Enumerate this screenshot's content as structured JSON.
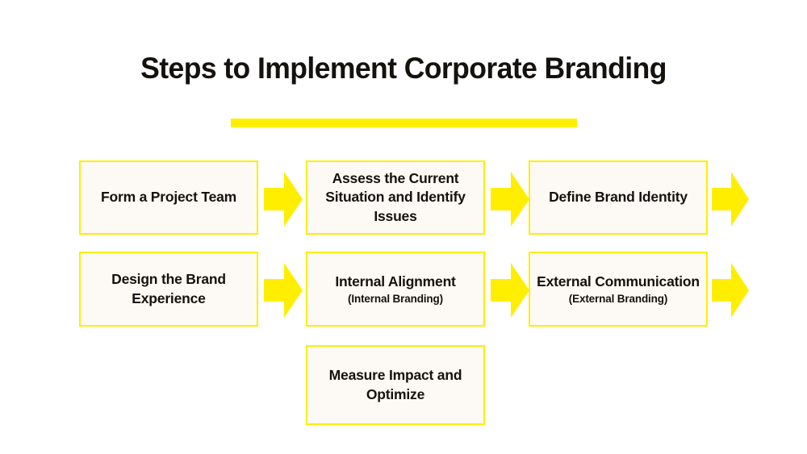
{
  "slide": {
    "title": "Steps to Implement Corporate Branding",
    "background_color": "#FFFFFF",
    "accent_color": "#FFEE00",
    "box_fill_color": "#FDFAF5",
    "text_color": "#15120E"
  },
  "steps": [
    {
      "index": 1,
      "label": "Form a Project Team",
      "sub": "",
      "arrow_after": true,
      "arrow_icon": "arrow-right-icon"
    },
    {
      "index": 2,
      "label": "Assess the Current Situation and Identify Issues",
      "sub": "",
      "arrow_after": true,
      "arrow_icon": "arrow-right-icon"
    },
    {
      "index": 3,
      "label": "Define Brand Identity",
      "sub": "",
      "arrow_after": true,
      "arrow_icon": "arrow-right-icon"
    },
    {
      "index": 4,
      "label": "Design the Brand Experience",
      "sub": "",
      "arrow_after": true,
      "arrow_icon": "arrow-right-icon"
    },
    {
      "index": 5,
      "label": "Internal Alignment",
      "sub": "(Internal Branding)",
      "arrow_after": true,
      "arrow_icon": "arrow-right-icon"
    },
    {
      "index": 6,
      "label": "External Communication",
      "sub": "(External Branding)",
      "arrow_after": true,
      "arrow_icon": "arrow-right-icon"
    },
    {
      "index": 7,
      "label": "Measure Impact and Optimize",
      "sub": "",
      "arrow_after": false,
      "arrow_icon": ""
    }
  ]
}
